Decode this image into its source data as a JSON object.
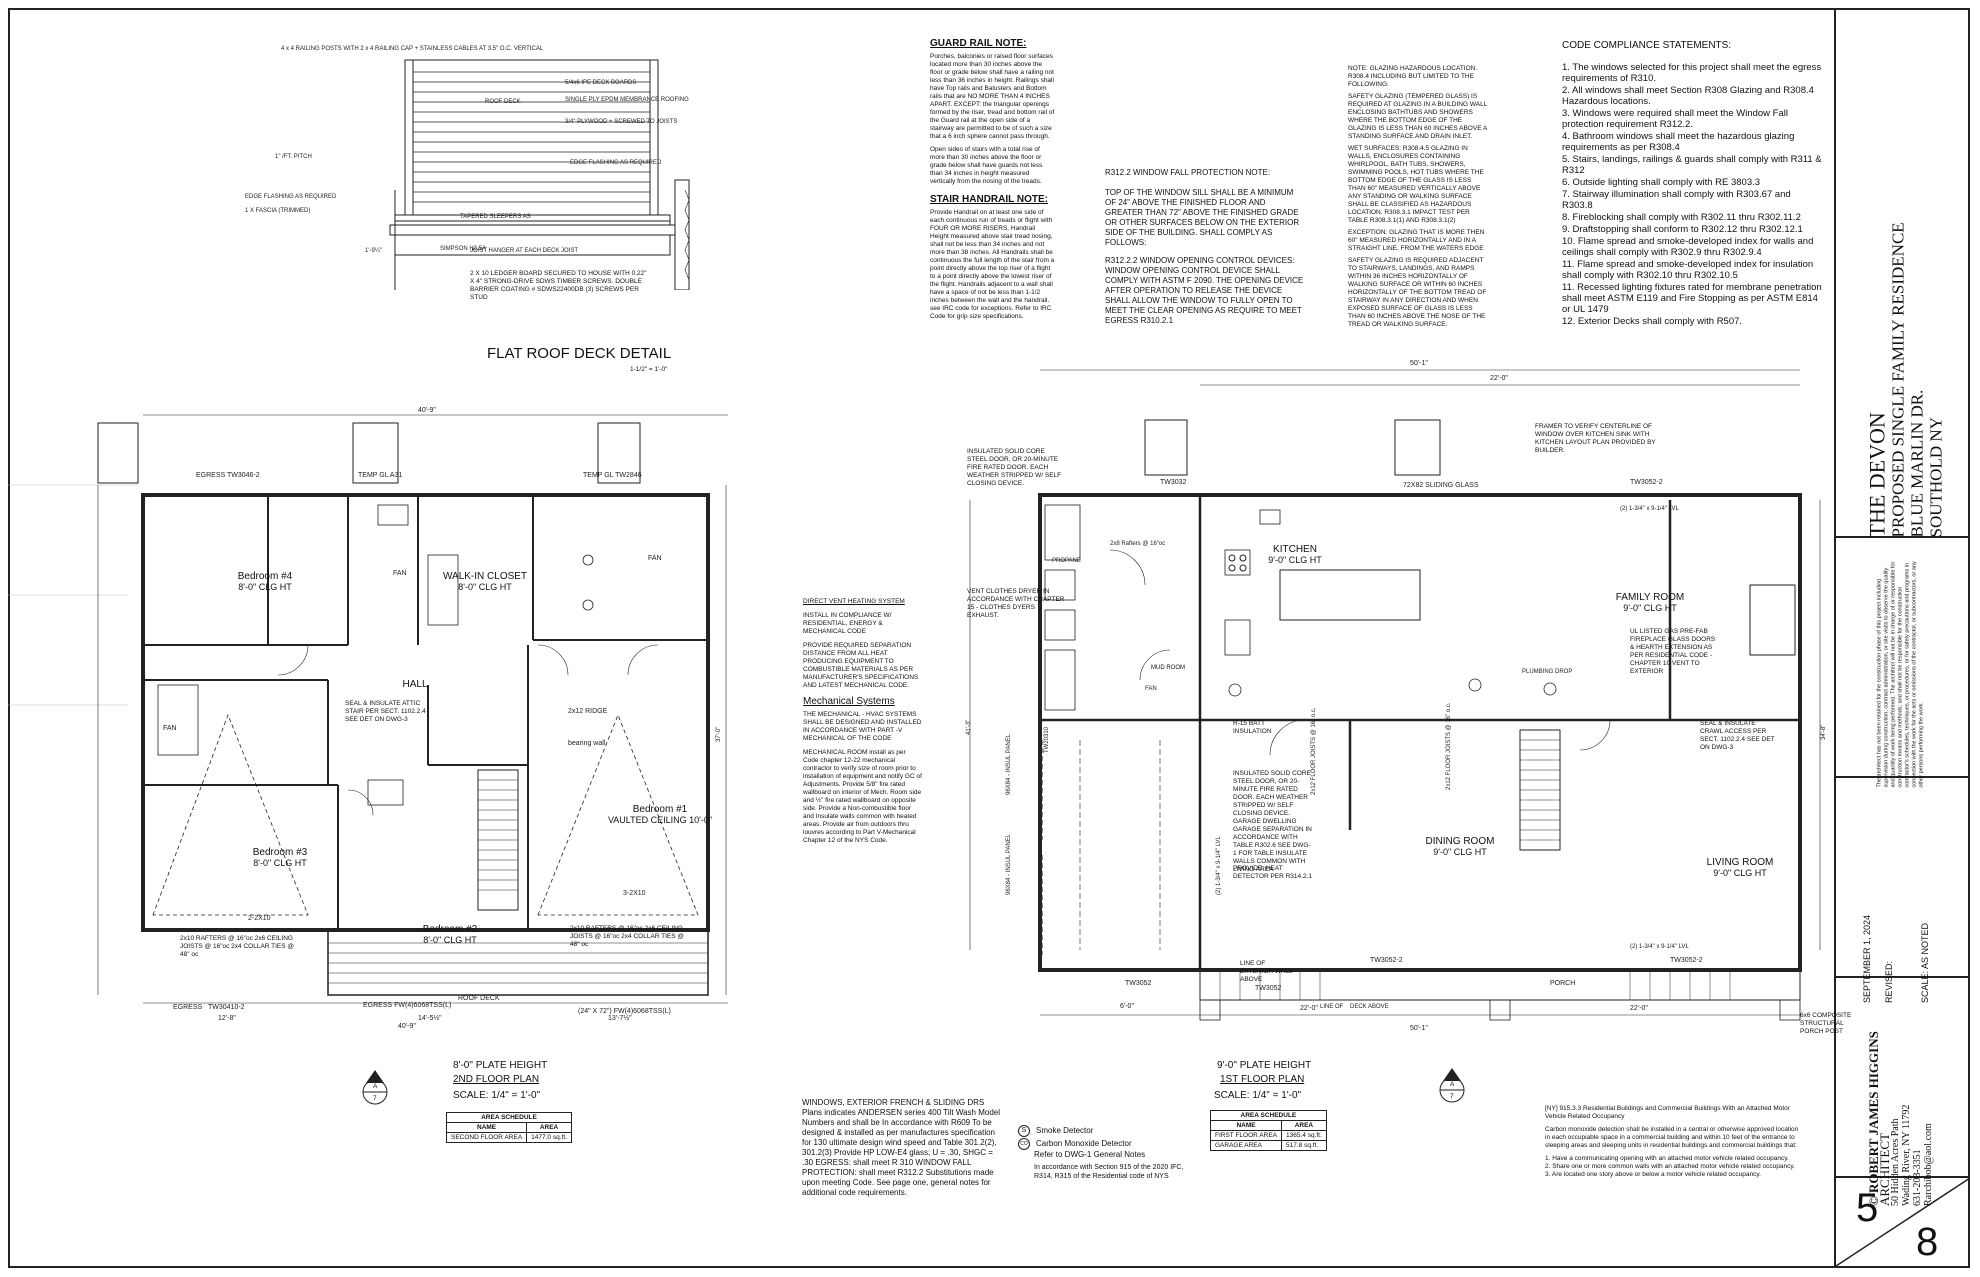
{
  "roof_detail": {
    "title": "FLAT ROOF DECK DETAIL",
    "scale": "1-1/2\" = 1'-0\"",
    "labels": {
      "rail_posts": "4 x 4 RAILING POSTS WITH 2 x 4 RAILING CAP + STAINLESS CABLES AT 3.5\" O.C. VERTICAL",
      "roof_deck": "ROOF DECK",
      "ipe": "5/4x6 IPE DECK BOARDS",
      "epdm": "SINGLE PLY EPDM MEMBRANCE ROOFING",
      "plywood": "3/4\" PLYWOOD + SCREWED TO JOISTS",
      "flash_right": "EDGE FLASHING AS REQUIRED",
      "pitch": "1\" /FT. PITCH",
      "flash_left": "EDGE FLASHING AS REQUIRED",
      "fascia": "1 X FASCIA (TRIMMED)",
      "sleepers": "TAPERED SLEEPERS AS",
      "dim": "1'-9¼\"",
      "simpson": "SIMPSON H2.5A",
      "hanger": "JOIST HANGER AT EACH DECK JOIST",
      "ledger": "2 X 10 LEDGER BOARD SECURED TO HOUSE WITH 0.22\" X 4\" STRONG-DRIVE SDWS TIMBER SCREWS. DOUBLE BARRIER COATING # SDWS22400DB (3) SCREWS PER STUD"
    }
  },
  "guard_rail": {
    "title": "GUARD RAIL NOTE:",
    "body": "Porches, balconies or raised floor surfaces located more than 30 inches above the floor or grade below shall have a railing not less than 36 inches in height. Railings shall have Top rails and Balusters and Bottom rails that are NO MORE THAN 4 INCHES APART. EXCEPT: the triangular openings formed by the riser, tread and bottom rail of the Guard rail at the open side of a stairway are permitted to be of such a size that a 6 inch sphere cannot pass through.",
    "body2": "Open sides of stairs with a total rise of more than 30 inches above the floor or grade below shall have guards not less than 34 inches in height measured vertically from the nosing of the treads."
  },
  "stair_handrail": {
    "title": "STAIR HANDRAIL NOTE:",
    "body": "Provide Handrail on at least one side of each continuous run of treads or flight with FOUR OR MORE RISERS. Handrail Height measured above stair tread nosing, shall not be less than 34 inches and not more than 38 inches. All Handrails shall be continuous the full length of the stair from a point directly above the top riser of a flight to a point directly above the lowest riser of the flight. Handrails adjacent to a wall shall have a space of not be less than 1-1/2 inches between the wall and the handrail. see IRC code for exceptions. Refer to IRC Code for grip size specifications."
  },
  "window_fall": {
    "title": "R312.2 WINDOW FALL PROTECTION NOTE:",
    "body1": "TOP OF THE WINDOW SILL SHALL BE A MINIMUM OF 24\" ABOVE THE FINISHED FLOOR AND GREATER THAN 72\" ABOVE THE FINISHED GRADE OR OTHER SURFACES BELOW ON THE EXTERIOR SIDE OF THE BUILDING. SHALL COMPLY AS FOLLOWS:",
    "body2": "R312.2.2 WINDOW OPENING CONTROL DEVICES: WINDOW OPENING CONTROL DEVICE SHALL COMPLY WITH ASTM F 2090. THE OPENING DEVICE AFTER OPERATION TO RELEASE THE DEVICE SHALL ALLOW THE WINDOW TO FULLY OPEN TO MEET THE CLEAR OPENING AS REQUIRE TO MEET EGRESS R310.2.1"
  },
  "glazing": {
    "p1": "NOTE: GLAZING HAZARDOUS LOCATION. R308.4 INCLUDING BUT LIMITED TO THE FOLLOWING:",
    "p2": "SAFETY GLAZING (TEMPERED GLASS) IS REQUIRED AT GLAZING IN A BUILDING WALL ENCLOSING BATHTUBS AND SHOWERS WHERE THE BOTTOM EDGE OF THE GLAZING IS LESS THAN 60 INCHES ABOVE A STANDING SURFACE AND DRAIN INLET.",
    "p3": "WET SURFACES: R308.4.5 GLAZING IN WALLS, ENCLOSURES CONTAINING WHIRLPOOL, BATH TUBS, SHOWERS, SWIMMING POOLS, HOT TUBS WHERE THE BOTTOM EDGE OF THE GLASS IS LESS THAN 60\" MEASURED VERTICALLY ABOVE ANY STANDING OR WALKING SURFACE SHALL BE CLASSIFIED AS HAZARDOUS LOCATION. R308.3.1 IMPACT TEST PER TABLE R308.3.1(1) AND R308.3.1(2)",
    "p4": "EXCEPTION: GLAZING THAT IS MORE THEN 60\" MEASURED HORIZONTALLY AND IN A STRAIGHT LINE, FROM THE WATERS EDGE",
    "p5": "SAFETY GLAZING IS REQUIRED ADJACENT TO STAIRWAYS, LANDINGS, AND RAMPS WITHIN 36 INCHES HORIZONTALLY OF WALKING SURFACE OR WITHIN 60 INCHES HORIZONTALLY OF THE BOTTOM TREAD OF STAIRWAY IN ANY DIRECTION AND WHEN EXPOSED SURFACE OF GLASS IS LESS THAN 60 INCHES ABOVE THE NOSE OF THE TREAD OR WALKING SURFACE."
  },
  "code_compliance": {
    "title": "CODE COMPLIANCE STATEMENTS:",
    "items": [
      "1.   The windows selected for this project shall meet the egress requirements of R310.",
      "2.   All windows shall meet Section R308 Glazing and R308.4 Hazardous locations.",
      "3.   Windows were required shall meet the Window Fall protection requirement R312.2.",
      "4.   Bathroom windows shall meet the hazardous glazing requirements as per R308.4",
      "5.   Stairs, landings, railings & guards shall comply with R311 & R312",
      "6.   Outside lighting shall comply with RE 3803.3",
      "7.   Stairway illumination shall comply with R303.67 and R303.8",
      "8.   Fireblocking shall comply with   R302.11 thru R302.11.2",
      "9.   Draftstopping shall conform to  R302.12 thru R302.12.1",
      "10. Flame spread and smoke-developed index for walls and ceilings shall comply with R302.9 thru R302.9.4",
      "11. Flame spread and smoke-developed index for insulation shall comply with R302.10 thru R302.10.5",
      "11.  Recessed lighting fixtures rated for membrane penetration shall meet ASTM E119 and Fire Stopping as per ASTM E814 or UL 1479",
      "12.  Exterior Decks shall comply with R507."
    ]
  },
  "title_block": {
    "project": "THE DEVON",
    "desc": "PROPOSED SINGLE FAMILY RESIDENCE",
    "street": "BLUE MARLIN DR.",
    "town": "SOUTHOLD  NY",
    "disclaimer": "The architect has not been retained for the construction phase of this project including supervision during construction; contract administration, or site visits to observe the quality and quantity of work being performed. The architect will not be in charge of or responsible for construction means and methods; and shall not be responsible for the construction contractor's schedules, techniques, or procedures, or for safety precautions and programs in connection with the work for the acts or omissions of the contractor, or subcontractors, or any other persons performing the work.",
    "date": "SEPTEMBER 1, 2024",
    "revised": "REVISED:",
    "scale": "SCALE:  AS NOTED",
    "architect": "ROBERT JAMES HIGGINS",
    "architect_role": "ARCHITECT",
    "addr1": "50 Hidden Acres Path",
    "addr2": "Wading River, NY 11792",
    "phone": "631-208-3351",
    "email": "Rarchibob@aol.com",
    "copyright": "©",
    "sheet_no": "5",
    "sheet_total": "8"
  },
  "second_floor": {
    "plate": "8'-0\" PLATE HEIGHT",
    "title": "2ND FLOOR PLAN",
    "scale": "SCALE:  1/4\" = 1'-0\"",
    "section_mark": "A",
    "section_sheet": "7",
    "schedule": {
      "title": "AREA SCHEDULE",
      "h_name": "NAME",
      "h_area": "AREA",
      "rows": [
        [
          "SECOND FLOOR AREA",
          "1477.0 sq.ft."
        ]
      ]
    },
    "rooms": [
      {
        "name": "Bedroom #4",
        "ht": "8'-0\" CLG HT"
      },
      {
        "name": "WALK-IN CLOSET",
        "ht": "8'-0\" CLG HT"
      },
      {
        "name": "HALL",
        "ht": ""
      },
      {
        "name": "Bedroom #3",
        "ht": "8'-0\" CLG HT"
      },
      {
        "name": "Bedroom #2",
        "ht": "8'-0\" CLG HT"
      },
      {
        "name": "Bedroom #1",
        "ht": "VAULTED CEILING 10'-0\""
      }
    ],
    "labels": {
      "egress_top": "EGRESS   TW3046-2",
      "temp_a31": "TEMP GL  A31",
      "temp_tw": "TEMP GL  TW2846",
      "egress_bottom": "EGRESS",
      "tw_bottom": "TW30410-2",
      "fw": "EGRESS   FW(4)6068TSS(L)",
      "fw2": "(24\" X 72\")  FW(4)6068TSS(L)",
      "roof_deck": "ROOF DECK",
      "ridge": "2x12 RIDGE",
      "attic": "SEAL & INSULATE ATTIC STAIR PER SECT. 1102.2.4 SEE DET ON DWG-3",
      "fan": "FAN",
      "bearing": "bearing wall",
      "dims_top": "40'-9\"",
      "dims_bottom": "40'-9\"",
      "d1": "12'-8\"",
      "d2": "14'-5½\"",
      "d3": "13'-7½\"",
      "rafters": "2x10 RAFTERS @ 16\"oc  2x6 CEILING JOISTS @ 16\"oc  2x4 COLLAR TIES @ 48\" oc",
      "hdr1": "2-2X10",
      "hdr2": "3-2X10",
      "side_dim": "37'-0\""
    }
  },
  "first_floor": {
    "plate": "9'-0\" PLATE HEIGHT",
    "title": "1ST FLOOR PLAN",
    "scale": "SCALE:  1/4\" = 1'-0\"",
    "section_mark": "A",
    "section_sheet": "7",
    "schedule": {
      "title": "AREA SCHEDULE",
      "h_name": "NAME",
      "h_area": "AREA",
      "rows": [
        [
          "FIRST FLOOR AREA",
          "1365.4 sq.ft."
        ],
        [
          "GARAGE AREA",
          "517.8 sq.ft."
        ]
      ]
    },
    "rooms": [
      {
        "name": "KITCHEN",
        "ht": "9'-0\" CLG HT"
      },
      {
        "name": "FAMILY ROOM",
        "ht": "9'-0\" CLG HT"
      },
      {
        "name": "DINING ROOM",
        "ht": "9'-0\" CLG HT"
      },
      {
        "name": "LIVING ROOM",
        "ht": "9'-0\" CLG HT"
      },
      {
        "name": "PORCH",
        "ht": ""
      },
      {
        "name": "MUD ROOM",
        "ht": ""
      }
    ],
    "labels": {
      "tw3032": "TW3032",
      "slide": "72X82 SLIDING GLASS",
      "tw3052_2": "TW3052-2",
      "tw3052": "TW3052",
      "tw3052b": "TW3052",
      "tw3052_2b": "TW3052-2",
      "tw3052_2c": "TW3052-2",
      "tw20310": "TW20310",
      "dim_top": "50'-1\"",
      "dim_top2": "22'-0\"",
      "dim_bottom": "50'-1\"",
      "dim_b1": "6'-0\"",
      "dim_b2": "22'-0\"",
      "dim_b3": "22'-0\"",
      "side_dim": "34'-8\"",
      "side_dim2": "41'-3\"",
      "insul_door": "INSULATED SOLID CORE STEEL DOOR, OR 20-MINUTE FIRE RATED DOOR. EACH WEATHER STRIPPED W/ SELF CLOSING DEVICE.",
      "dryer": "VENT CLOTHES DRYER IN ACCORDANCE WITH CHAPTER 15 - CLOTHES DYERS EXHAUST.",
      "framer": "FRAMER TO VERIFY CENTERLINE OF WINDOW OVER KITCHEN SINK WITH KITCHEN LAYOUT PLAN PROVIDED BY BUILDER.",
      "fireplace": "UL LISTED GAS PRE-FAB FIREPLACE GLASS DOORS & HEARTH EXTENSION AS PER RESIDENTIAL CODE - CHAPTER 10 VENT TO EXTERIOR",
      "garage_sep": "INSULATED SOLID CORE STEEL DOOR, OR 20-MINUTE FIRE RATED DOOR. EACH WEATHER STRIPPED W/ SELF CLOSING DEVICE. GARAGE DWELLING GARAGE SEPARATION IN ACCORDANCE WITH TABLE R302.6 SEE DWG-1 FOR TABLE INSULATE WALLS COMMON WITH LIVING AREA",
      "heat": "PROVIDE: HEAT DETECTOR PER R314.2.1",
      "r15": "R-15 BATT INSULATION",
      "plumbing": "PLUMBING DROP",
      "crawl": "SEAL & INSULATE CRAWL ACCESS PER SECT. 1102.2.4 SEE DET ON DWG-3",
      "line_ext": "LINE OF EXTERIOR WALL ABOVE",
      "line_of": "LINE OF",
      "deck_above": "DECK ABOVE",
      "composite": "6x6 COMPOSITE STRUCTURAL PORCH POST",
      "propane": "PROPANE",
      "insul_panel": "96X84 - INSUL PANEL",
      "insul_panel2": "96X84 - INSUL PANEL",
      "rafters_garage": "2x8 Rafters @ 16\"oc",
      "joists": "2x12 FLOOR JOISTS @ 16\" o.c.",
      "lvl": "(2) 1-3/4\" x 9-1/4\" LVL"
    }
  },
  "mechanical": {
    "direct_vent_title": "DIRECT VENT HEATING SYSTEM",
    "direct_vent_body": "INSTALL IN COMPLIANCE W/ RESIDENTIAL, ENERGY & MECHANICAL CODE",
    "sep_body": "PROVIDE REQUIRED SEPARATION DISTANCE FROM ALL HEAT PRODUCING EQUIPMENT TO COMBUSTIBLE MATERIALS AS PER MANUFACTURER'S SPECIFICATIONS AND LATEST MECHANICAL CODE.",
    "title": "Mechanical Systems",
    "body1": "THE MECHANICAL - HVAC SYSTEMS SHALL BE DESIGNED AND INSTALLED IN ACCORDANCE WITH PART -V MECHANICAL OF THE CODE",
    "body2": "MECHANICAL ROOM install as per Code chapter 12-22 mechanical contractor to verify size of room prior to installation of equipment and notify GC of Adjustments. Provide 5/8\" fire rated wallboard on interior of Mech. Room side and ½\" fire rated wallboard on opposite side. Provide a Non-combustible floor and Insulate walls common with heated areas. Provide air from outdoors thru louvres according to Part V-Mechanical Chapter 12 of the NYS Code."
  },
  "windows_note": {
    "text": "WINDOWS, EXTERIOR FRENCH & SLIDING DRS Plans indicates ANDERSEN series 400 Tilt Wash Model Numbers and shall be In accordance with R609 To be designed & installed as per manufactures specification for 130 ultimate design wind speed and  Table 301.2(2), 301.2(3) Provide HP LOW-E4 glass; U = .30, SHGC = .30 EGRESS: shall meet R 310 WINDOW FALL PROTECTION: shall meet R312.2 Substitutions made upon meeting Code. See page one, general notes for additional code requirements."
  },
  "legend": {
    "smoke_sym": "S",
    "smoke": "Smoke Detector",
    "co_sym": "CO",
    "co": "Carbon Monoxide Detector",
    "general": "Refer to DWG-1 General Notes",
    "section": "In accordance with Section 915 of the 2020 IFC, R314, R315 of the Residential code of NYS"
  },
  "co_note": {
    "title": "[NY] 915.3.3 Residential Buildings and Commercial Buildings With an Attached Motor Vehicle Related Occupancy",
    "body": "Carbon monoxide detection shall be installed in a central or otherwise approved location in each occupiable space in a commercial building and within 10 feet of the entrance to sleeping areas and sleeping units in residential buildings and commercial buildings that:",
    "items": [
      "1.  Have a communicating opening with an attached motor vehicle related occupancy.",
      "2.  Share one or more common walls with an attached motor vehicle related occupancy.",
      "3.  Are located one story above or below a motor vehicle related occupancy."
    ]
  }
}
